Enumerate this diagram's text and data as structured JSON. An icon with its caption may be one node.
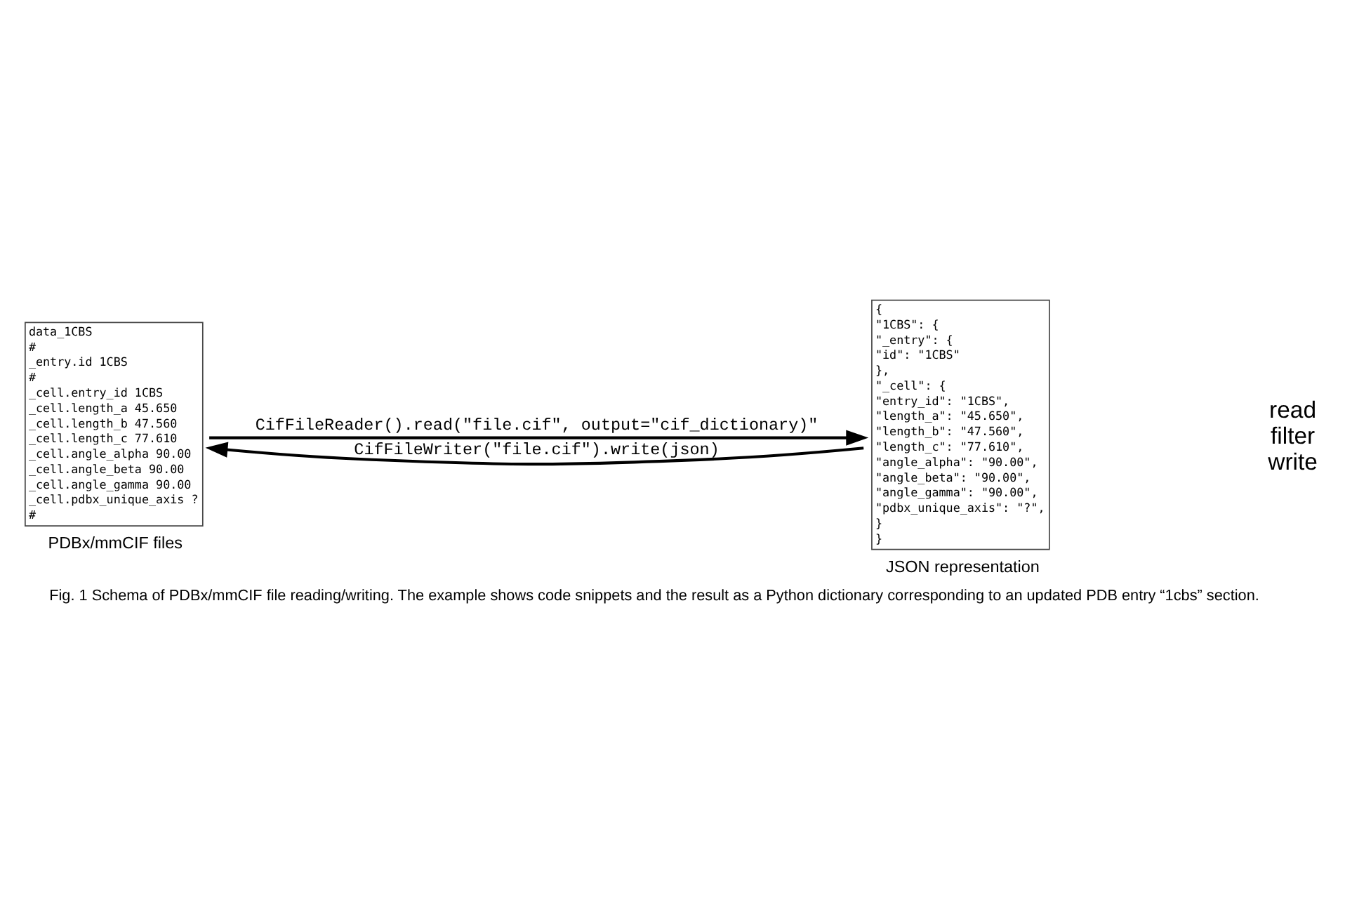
{
  "diagram": {
    "caption": "Fig. 1 Schema of PDBx/mmCIF file reading/writing. The example shows code snippets and the result as a Python dictionary corresponding to an updated PDB entry “1cbs” section.",
    "nodes": [
      {
        "text": [
          "data_1CBS",
          "#",
          "_entry.id 1CBS",
          "#",
          "_cell.entry_id 1CBS",
          "_cell.length_a 45.650",
          "_cell.length_b 47.560",
          "_cell.length_c 77.610",
          "_cell.angle_alpha 90.00",
          "_cell.angle_beta 90.00",
          "_cell.angle_gamma 90.00",
          "_cell.pdbx_unique_axis ?",
          "#"
        ],
        "beside": [
          "PDBx/mmCIF files"
        ]
      },
      {
        "text": [
          "{",
          "\"1CBS\": {",
          "\"_entry\": {",
          "\"id\": \"1CBS\"",
          "},",
          "\"_cell\": {",
          "\"entry_id\": \"1CBS\",",
          "\"length_a\": \"45.650\",",
          "\"length_b\": \"47.560\",",
          "\"length_c\": \"77.610\",",
          "\"angle_alpha\": \"90.00\",",
          "\"angle_beta\": \"90.00\",",
          "\"angle_gamma\": \"90.00\",",
          "\"pdbx_unique_axis\": \"?\",",
          "}",
          "}"
        ],
        "beside": [
          "JSON representation"
        ]
      }
    ],
    "edges": [
      {
        "from": 1,
        "to": 0,
        "arrow": "to",
        "label": "CifFileWriter(\"file.cif\").write(json)"
      },
      {
        "from": 0,
        "to": 1,
        "arrow": "to",
        "label": "CifFileReader().read(\"file.cif\", output=\"cif_dictionary)\""
      }
    ],
    "labels": [
      "read filter write"
    ]
  }
}
